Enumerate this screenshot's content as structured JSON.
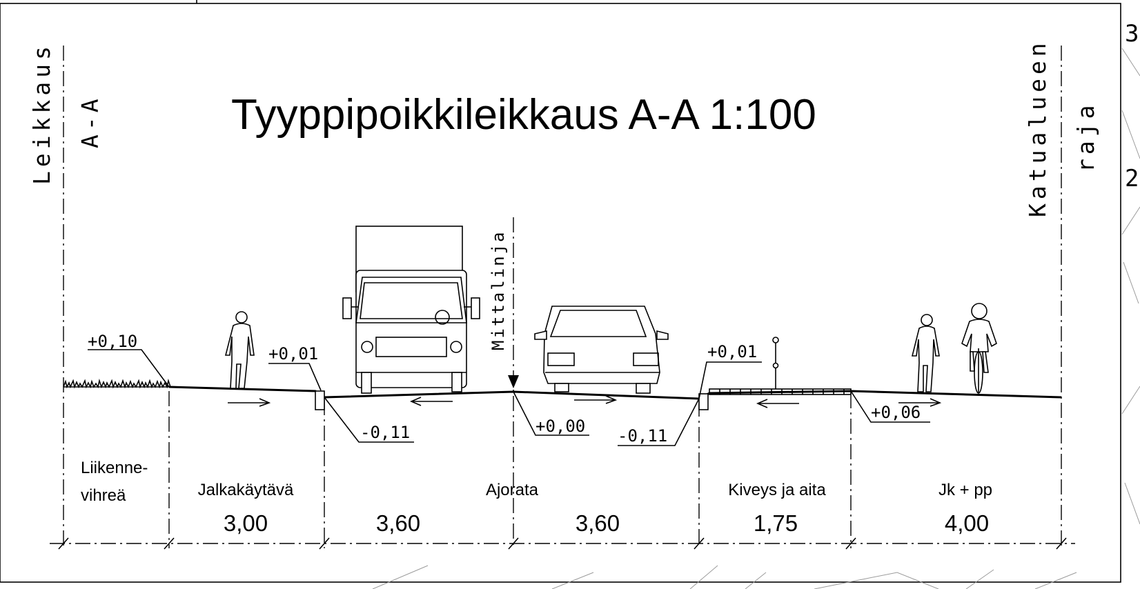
{
  "title": "Tyyppipoikkileikkaus A-A 1:100",
  "section_label": {
    "line1": "Leikkaus",
    "line2": "A-A"
  },
  "boundary_label": {
    "line1": "Katualueen",
    "line2": "raja"
  },
  "centerline_label": "Mittalinja",
  "elevations": {
    "green_edge": "+0,10",
    "left_curb": "+0,01",
    "left_gutter": "-0,11",
    "centerline": "+0,00",
    "right_gutter": "-0,11",
    "right_curb": "+0,01",
    "path_edge": "+0,06"
  },
  "zones": [
    {
      "label_line1": "Liikenne-",
      "label_line2": "vihreä",
      "width": ""
    },
    {
      "label_line1": "Jalkakäytävä",
      "label_line2": "",
      "width": "3,00"
    },
    {
      "label_line1": "Ajorata",
      "label_line2": "",
      "width": "3,60"
    },
    {
      "label_line1": "",
      "label_line2": "",
      "width": "3,60"
    },
    {
      "label_line1": "Kiveys ja aita",
      "label_line2": "",
      "width": "1,75"
    },
    {
      "label_line1": "Jk + pp",
      "label_line2": "",
      "width": "4,00"
    }
  ],
  "edge_marks": {
    "top": "3",
    "middle": "2"
  }
}
